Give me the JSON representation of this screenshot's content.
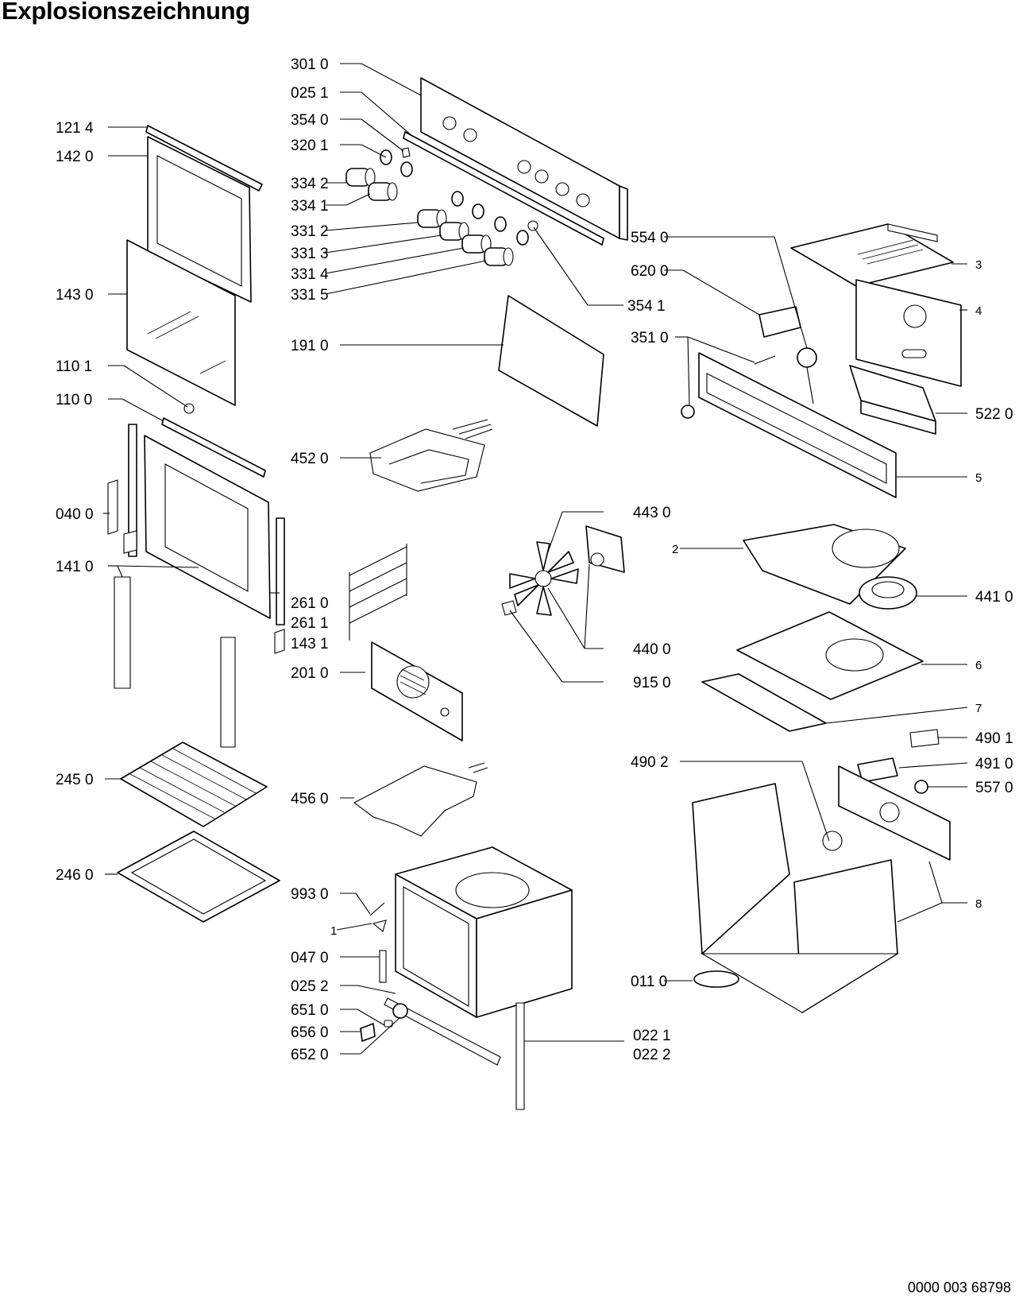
{
  "title": "Explosionszeichnung",
  "document_number": "0000 003 68798",
  "labels": {
    "p3010": "301 0",
    "p0251": "025 1",
    "p3540": "354 0",
    "p3201": "320 1",
    "p3342": "334 2",
    "p3341": "334 1",
    "p3312": "331 2",
    "p3313": "331 3",
    "p3314": "331 4",
    "p3315": "331 5",
    "p3541": "354 1",
    "p1910": "191 0",
    "p4520": "452 0",
    "p2610": "261 0",
    "p2611": "261 1",
    "p1431": "143 1",
    "p2010": "201 0",
    "p4560": "456 0",
    "p9930": "993 0",
    "p1": "1",
    "p0470": "047 0",
    "p0252": "025 2",
    "p6510": "651 0",
    "p6560": "656 0",
    "p6520": "652 0",
    "p1214": "121 4",
    "p1420": "142 0",
    "p1430": "143 0",
    "p1101": "110 1",
    "p1100": "110 0",
    "p0400": "040 0",
    "p1410": "141 0",
    "p2450": "245 0",
    "p2460": "246 0",
    "p5540": "554 0",
    "p6200": "620 0",
    "p3510": "351 0",
    "p4430": "443 0",
    "p4400": "440 0",
    "p9150": "915 0",
    "p4902": "490 2",
    "p0110": "011 0",
    "p0221": "022 1",
    "p0222": "022 2",
    "p3": "3",
    "p4": "4",
    "p5220": "522 0",
    "p5": "5",
    "p2": "2",
    "p4410": "441 0",
    "p6": "6",
    "p7": "7",
    "p4901": "490 1",
    "p4910": "491 0",
    "p5570": "557 0",
    "p8": "8"
  }
}
